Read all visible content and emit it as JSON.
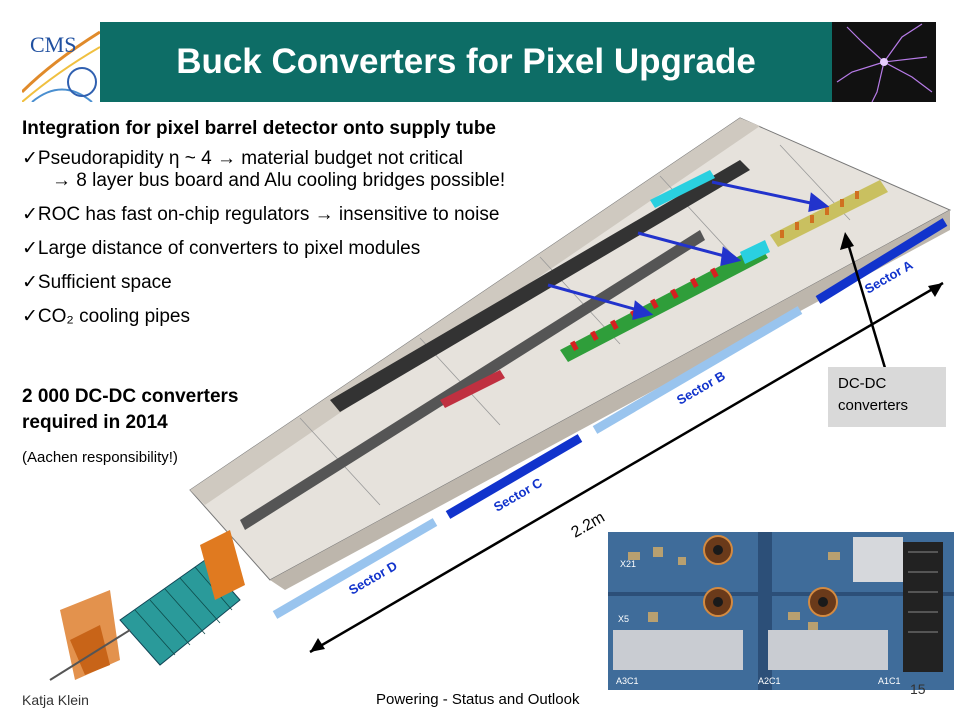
{
  "slide": {
    "title": "Buck Converters for Pixel Upgrade",
    "heading": "Integration for pixel barrel detector onto supply tube",
    "bullets": [
      {
        "check": "✓",
        "text": "Pseudorapidity η ~ 4 → material budget not critical"
      },
      {
        "check": "",
        "text": "→ 8 layer bus board and Alu cooling bridges possible!"
      },
      {
        "check": "✓",
        "text": "ROC has fast on-chip regulators → insensitive to noise"
      },
      {
        "check": "✓",
        "text": "Large distance of converters to pixel modules"
      },
      {
        "check": "✓",
        "text": "Sufficient space"
      },
      {
        "check": "✓",
        "text": "CO₂ cooling pipes"
      }
    ],
    "converters_line1": "2 000 DC-DC converters",
    "converters_line2": "required in 2014",
    "responsibility": "(Aachen responsibility!)",
    "dc_label_line1": "DC-DC",
    "dc_label_line2": "converters",
    "length_label": "2.2m",
    "sectors": [
      "Sector A",
      "Sector B",
      "Sector C",
      "Sector D"
    ],
    "board_labels": [
      "X21",
      "X5",
      "A3C1",
      "A2C1",
      "A1C1"
    ]
  },
  "logo": {
    "text": "CMS"
  },
  "footer": {
    "left": "Katja Klein",
    "center": "Powering - Status and Outlook",
    "right": "15"
  },
  "colors": {
    "title_bg": "#0d6d66",
    "sector_dark": "#1133cc",
    "sector_light": "#99c4ee",
    "arrow": "#2233cc"
  }
}
